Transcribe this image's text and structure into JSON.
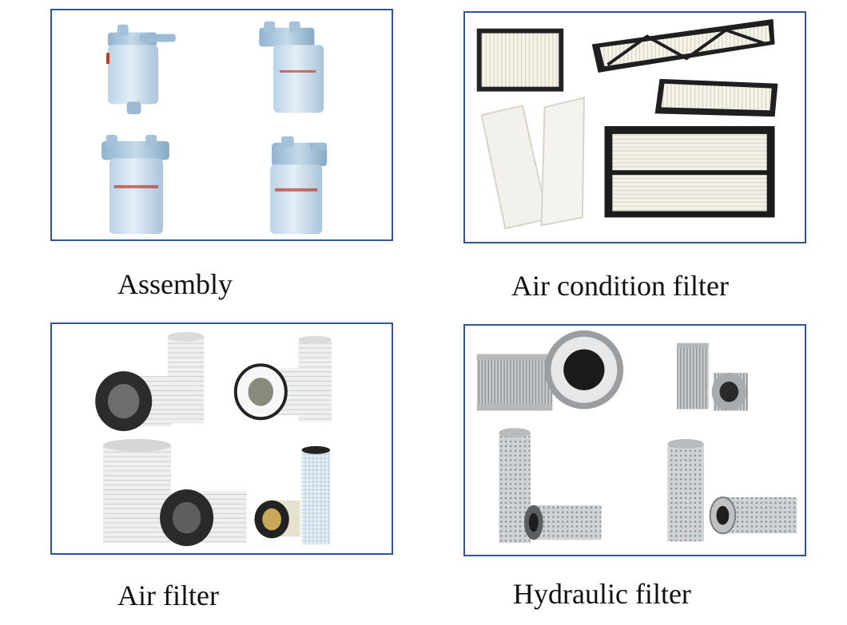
{
  "panels": [
    {
      "caption": "Assembly",
      "icon": "fuel-filter-assembly-icon"
    },
    {
      "caption": "Air condition filter",
      "icon": "cabin-air-filter-icon"
    },
    {
      "caption": "Air filter",
      "icon": "air-filter-cartridge-icon"
    },
    {
      "caption": "Hydraulic filter",
      "icon": "hydraulic-filter-element-icon"
    }
  ],
  "colors": {
    "frame": "#2f5597",
    "caption": "#111111"
  }
}
